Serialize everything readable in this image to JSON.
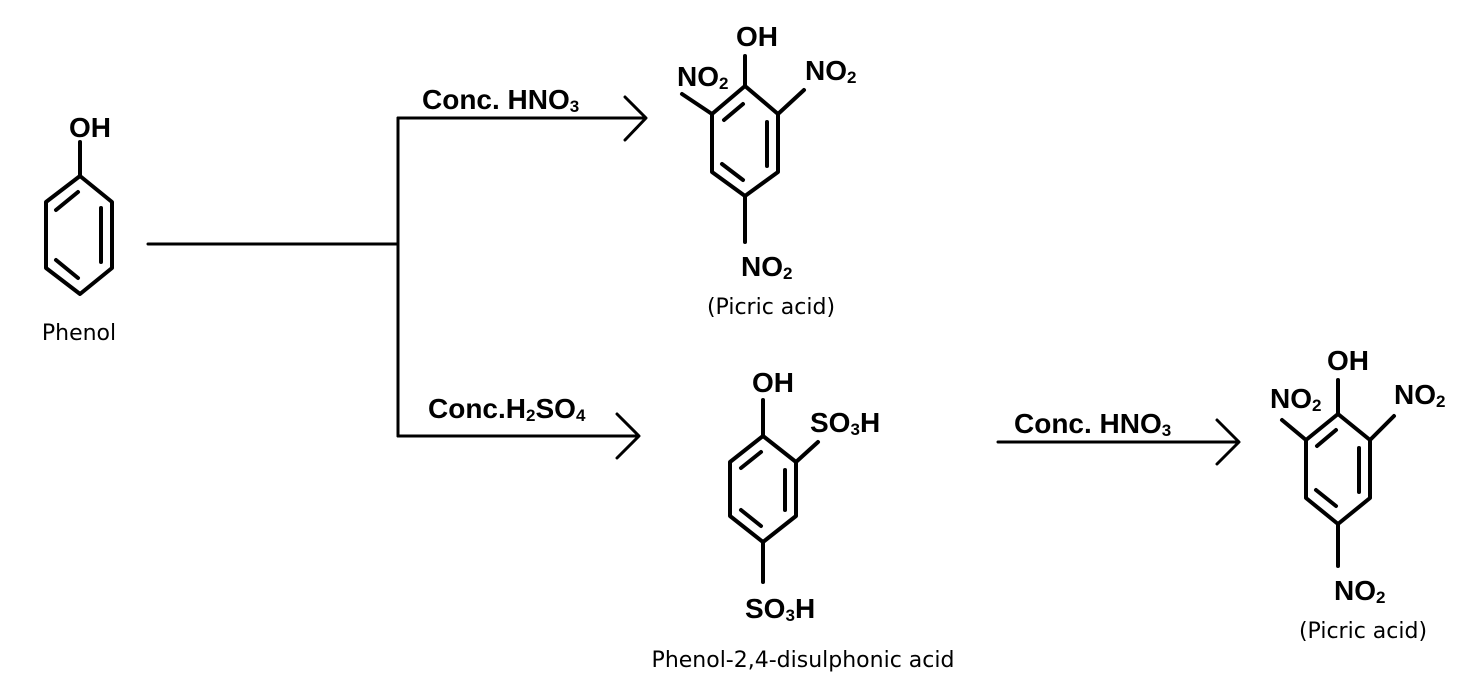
{
  "reactant": {
    "group": "OH",
    "name": "Phenol"
  },
  "upper_path": {
    "reagent": {
      "main": "Conc. HNO",
      "sub": "3"
    },
    "product": {
      "top": "OH",
      "left": {
        "main": "NO",
        "sub": "2"
      },
      "right": {
        "main": "NO",
        "sub": "2"
      },
      "bottom": {
        "main": "NO",
        "sub": "2"
      },
      "name": "(Picric acid)"
    }
  },
  "lower_path": {
    "reagent": {
      "p1": "Conc.H",
      "s1": "2",
      "p2": "SO",
      "s2": "4"
    },
    "intermediate": {
      "top": "OH",
      "ortho": {
        "p1": "SO",
        "s1": "3",
        "p2": "H"
      },
      "para": {
        "p1": "SO",
        "s1": "3",
        "p2": "H"
      },
      "name": "Phenol-2,4-disulphonic acid"
    },
    "reagent2": {
      "main": "Conc. HNO",
      "sub": "3"
    },
    "product": {
      "top": "OH",
      "left": {
        "main": "NO",
        "sub": "2"
      },
      "right": {
        "main": "NO",
        "sub": "2"
      },
      "bottom": {
        "main": "NO",
        "sub": "2"
      },
      "name": "(Picric acid)"
    }
  }
}
